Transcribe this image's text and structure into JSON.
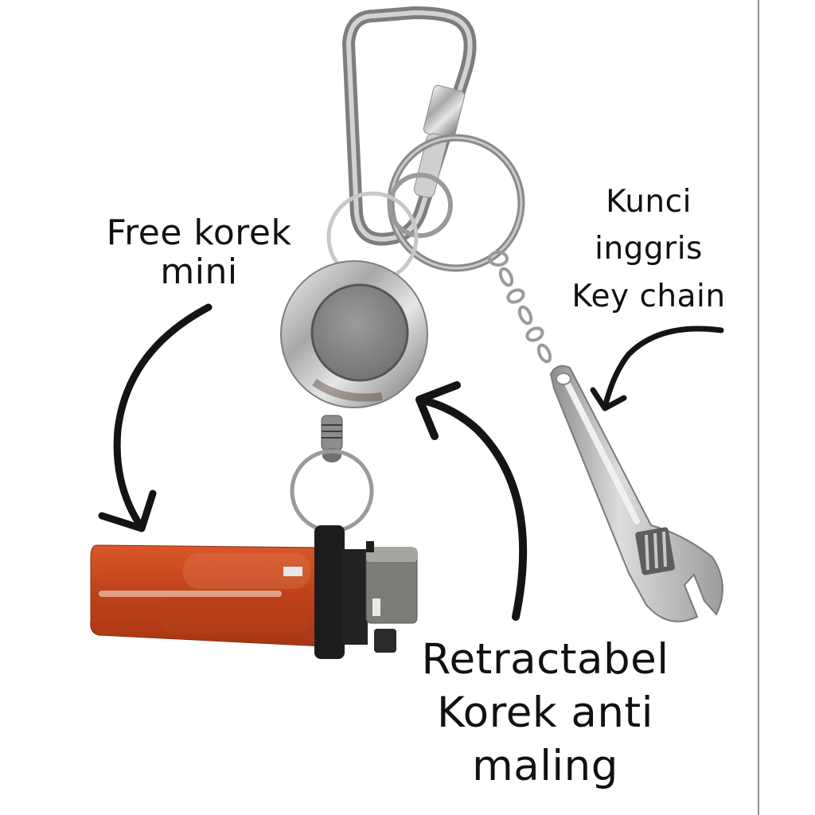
{
  "image": {
    "subject": "keychain product photo with annotations",
    "background_color": "#ffffff",
    "accent_colors": {
      "lighter_body": "#c8461c",
      "metal": "#b9b9b9",
      "arrow": "#141414",
      "divider": "#8f8f8f"
    }
  },
  "labels": {
    "free_lighter": {
      "lines": [
        "Free korek",
        "mini"
      ]
    },
    "wrench": {
      "lines": [
        "Kunci",
        "inggris",
        "Key chain"
      ]
    },
    "retractable": {
      "lines": [
        "Retractabel",
        "Korek anti",
        "maling"
      ]
    }
  },
  "objects": [
    {
      "name": "carabiner",
      "description": "silver screw-lock carabiner"
    },
    {
      "name": "split-rings",
      "description": "silver key rings"
    },
    {
      "name": "retractable-reel",
      "description": "chrome retractable badge reel"
    },
    {
      "name": "mini-lighter",
      "description": "orange mini lighter in black holder"
    },
    {
      "name": "wrench-keychain",
      "description": "miniature adjustable wrench on chain"
    }
  ]
}
